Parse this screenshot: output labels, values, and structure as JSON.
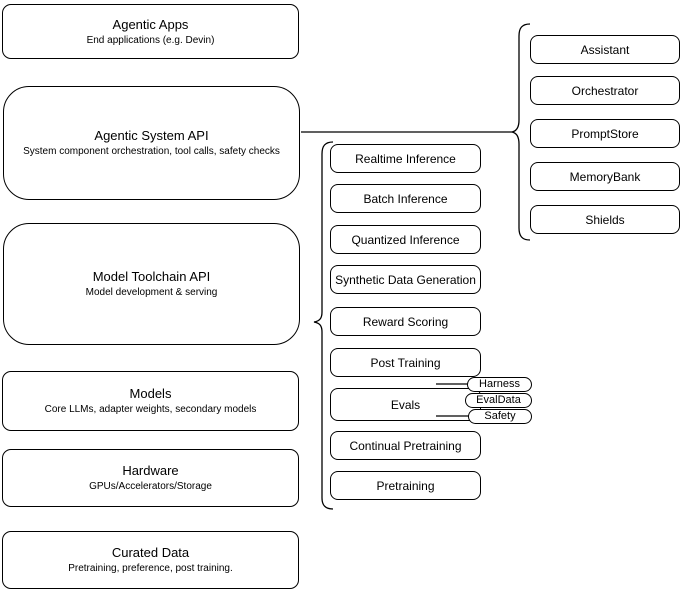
{
  "diagram": {
    "stack_layers": [
      {
        "title": "Agentic Apps",
        "subtitle": "End applications (e.g. Devin)"
      },
      {
        "title": "Agentic System API",
        "subtitle": "System component orchestration, tool calls, safety checks"
      },
      {
        "title": "Model Toolchain API",
        "subtitle": "Model development & serving"
      },
      {
        "title": "Models",
        "subtitle": "Core LLMs, adapter weights, secondary models"
      },
      {
        "title": "Hardware",
        "subtitle": "GPUs/Accelerators/Storage"
      },
      {
        "title": "Curated Data",
        "subtitle": "Pretraining, preference, post training."
      }
    ],
    "toolchain_capabilities": [
      "Realtime Inference",
      "Batch Inference",
      "Quantized Inference",
      "Synthetic Data Generation",
      "Reward Scoring",
      "Post Training",
      "Evals",
      "Continual Pretraining",
      "Pretraining"
    ],
    "evals_subcomponents": [
      "Harness",
      "EvalData",
      "Safety"
    ],
    "system_components": [
      "Assistant",
      "Orchestrator",
      "PromptStore",
      "MemoryBank",
      "Shields"
    ],
    "colors": {
      "stroke": "#000000",
      "fill": "#ffffff",
      "text": "#000000"
    }
  }
}
